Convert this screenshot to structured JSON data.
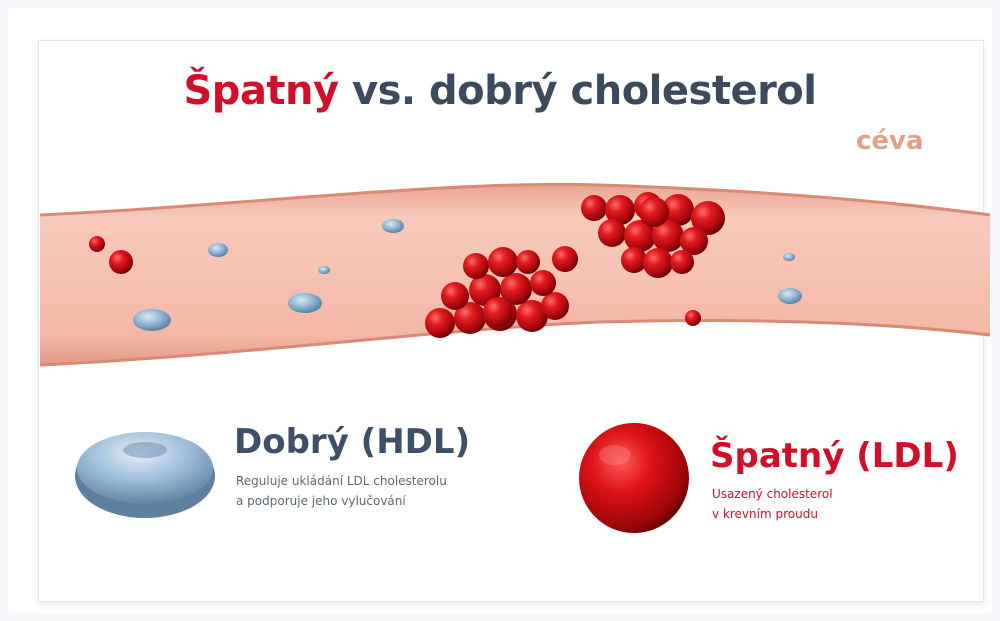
{
  "title": {
    "bad_word": "Špatný",
    "rest": " vs. dobrý cholesterol"
  },
  "vessel_label": "céva",
  "legend": {
    "hdl": {
      "title": "Dobrý (HDL)",
      "desc_line1": "Reguluje ukládání LDL cholesterolu",
      "desc_line2": "a podporuje jeho vylučování"
    },
    "ldl": {
      "title": "Špatný (LDL)",
      "desc_line1": "Usazený cholesterol",
      "desc_line2": "v krevním proudu"
    }
  },
  "colors": {
    "bad": "#d0102a",
    "good": "#3d5067",
    "vessel": "#f2b8a8",
    "hdl_cell": "#8fb3cf"
  }
}
